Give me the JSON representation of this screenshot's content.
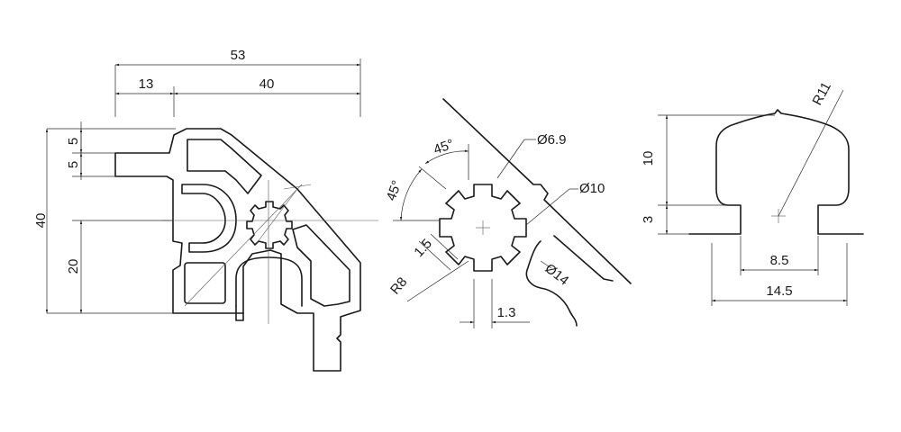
{
  "figure_1": {
    "dim_overall_width": "53",
    "dim_left_offset": "13",
    "dim_right_width": "40",
    "dim_top_a": "5",
    "dim_top_b": "5",
    "dim_height": "40",
    "dim_lower": "20"
  },
  "figure_2": {
    "angle_top": "45°",
    "angle_left": "45°",
    "dia_inner": "Ø6.9",
    "dia_outer": "Ø10",
    "dia_hole": "Ø14",
    "dim_slot": "1.5",
    "radius": "R8",
    "dim_width": "1.3"
  },
  "figure_3": {
    "radius": "R11",
    "dim_height": "10",
    "dim_neck": "3",
    "dim_inner_width": "8.5",
    "dim_outer_width": "14.5"
  }
}
